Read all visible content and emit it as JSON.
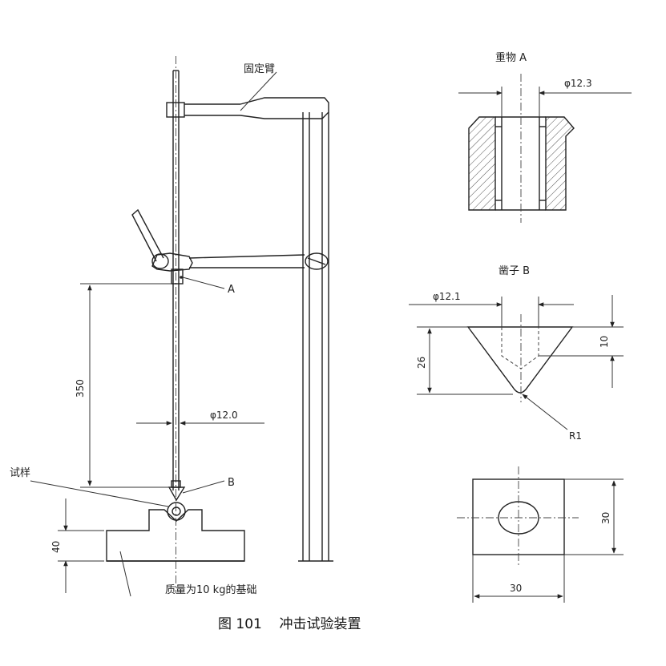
{
  "labels": {
    "fixed_arm": "固定臂",
    "point_a": "A",
    "point_b": "B",
    "specimen": "试样",
    "base": "质量为10 kg的基础",
    "weight_title": "重物  A",
    "punch_title": "凿子  B"
  },
  "dimensions": {
    "drop_height": "350",
    "rod_diameter": "φ12.0",
    "base_height": "40",
    "weight_bore": "φ12.3",
    "punch_diameter": "φ12.1",
    "punch_height": "26",
    "punch_tip_depth": "10",
    "tip_radius": "R1",
    "plate_height": "30",
    "plate_width": "30"
  },
  "caption": "图 101    冲击试验装置",
  "colors": {
    "line": "#222222",
    "hatch": "#555555",
    "background": "#ffffff"
  }
}
